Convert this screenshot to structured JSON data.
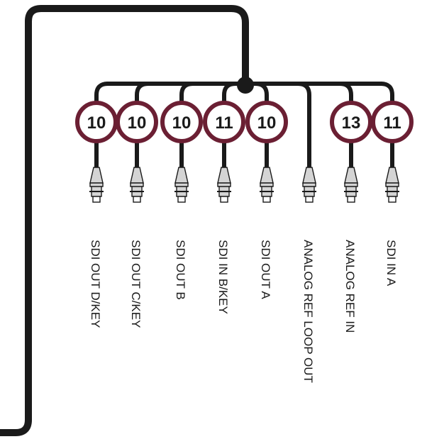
{
  "cable": {
    "connectors": [
      {
        "number": "10",
        "label": "SDI OUT D/KEY",
        "connector_type": "bnc"
      },
      {
        "number": "10",
        "label": "SDI OUT C/KEY",
        "connector_type": "bnc"
      },
      {
        "number": "10",
        "label": "SDI OUT B",
        "connector_type": "bnc"
      },
      {
        "number": "11",
        "label": "SDI IN B/KEY",
        "connector_type": "bnc"
      },
      {
        "number": "10",
        "label": "SDI OUT A",
        "connector_type": "bnc"
      },
      {
        "number": "",
        "label": "ANALOG REF LOOP OUT",
        "connector_type": "bnc"
      },
      {
        "number": "13",
        "label": "ANALOG REF IN",
        "connector_type": "bnc"
      },
      {
        "number": "11",
        "label": "SDI IN A",
        "connector_type": "bnc"
      }
    ],
    "colors": {
      "cable": "#1a1a1a",
      "ring": "#6b1f33",
      "connector_fill": "#d4d4d4"
    }
  }
}
